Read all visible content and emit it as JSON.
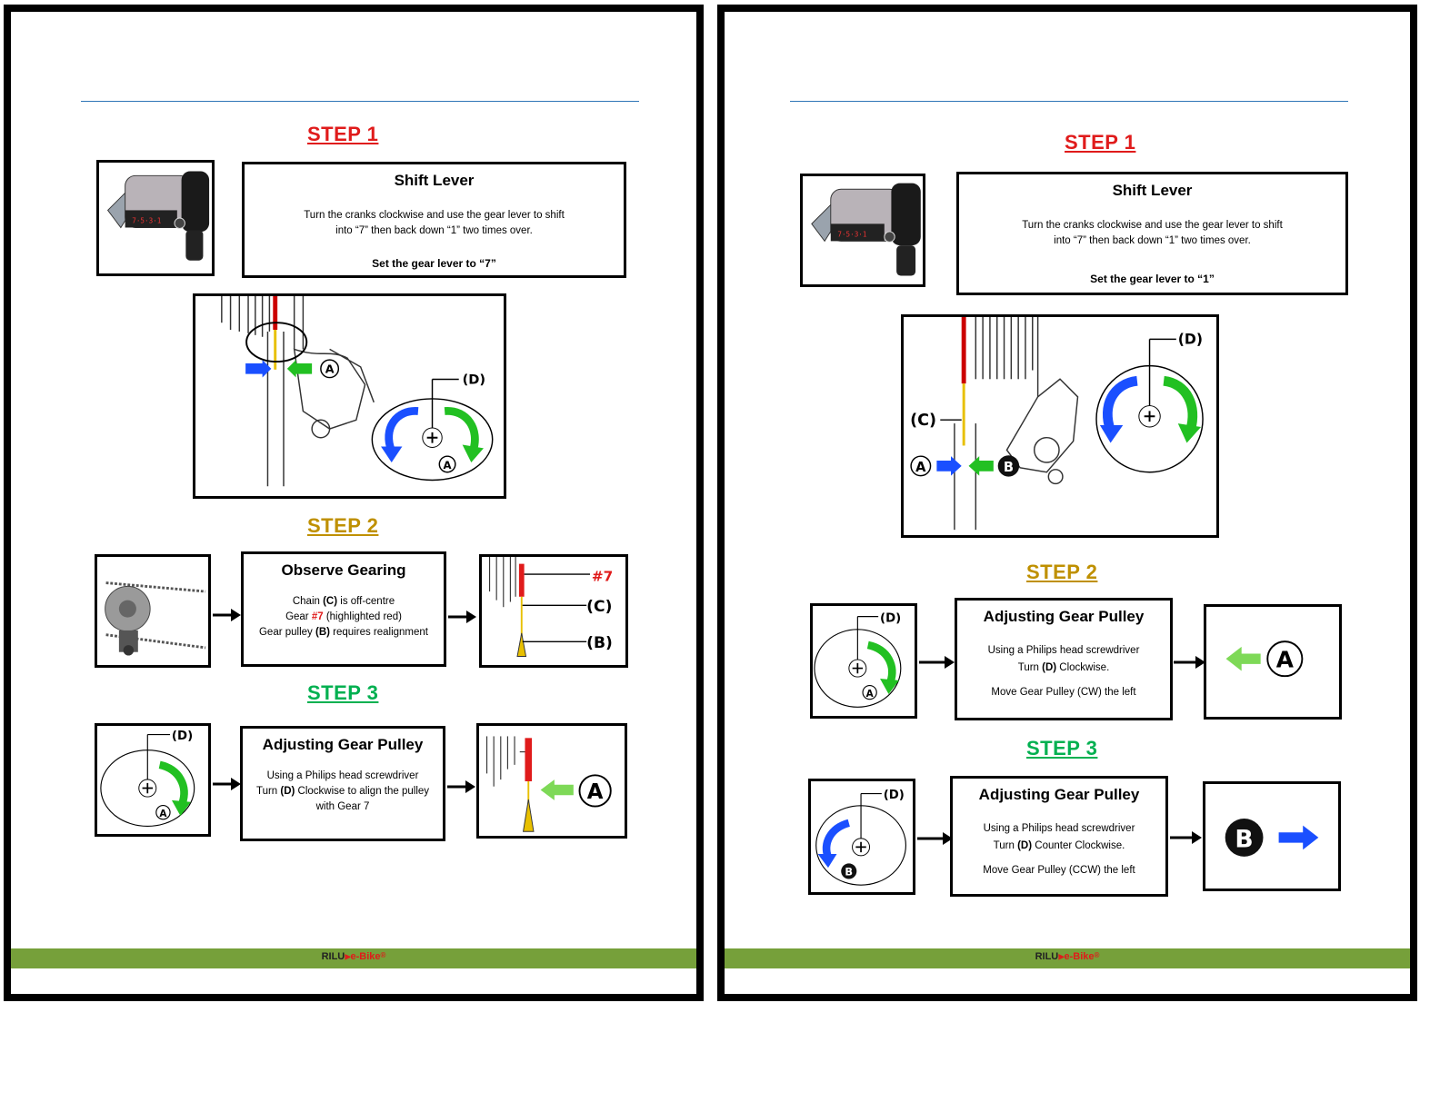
{
  "colors": {
    "step1": "#e01b1b",
    "step2": "#bf9000",
    "step3": "#00b050",
    "footer": "#76a03a",
    "rule": "#2e75b6"
  },
  "logo": {
    "brand": "RILU",
    "product": "e-Bike",
    "mark": "®"
  },
  "left": {
    "step1": {
      "heading": "STEP 1",
      "title": "Shift Lever",
      "line1": "Turn the cranks clockwise and use the gear lever to shift",
      "line2": "into “7” then back down “1” two times over.",
      "note": "Set the gear lever to “7”"
    },
    "diagram1": {
      "label_d": "(D)",
      "label_a": "A",
      "label_a2": "A"
    },
    "step2": {
      "heading": "STEP 2",
      "title": "Observe Gearing",
      "line1_a": "Chain ",
      "line1_b": "(C)",
      "line1_c": " is off-centre",
      "line2_a": "Gear ",
      "line2_b": "#7",
      "line2_c": " (highlighted red)",
      "line3_a": "Gear pulley ",
      "line3_b": "(B)",
      "line3_c": " requires realignment",
      "label_7": "#7",
      "label_c": "(C)",
      "label_b": "(B)"
    },
    "step3": {
      "heading": "STEP 3",
      "title": "Adjusting Gear Pulley",
      "line1": "Using a Philips head screwdriver",
      "line2_a": "Turn ",
      "line2_b": "(D)",
      "line2_c": " Clockwise to align the pulley",
      "line3": "with Gear 7",
      "label_d": "(D)",
      "label_a": "A",
      "label_a2": "A"
    }
  },
  "right": {
    "step1": {
      "heading": "STEP 1",
      "title": "Shift Lever",
      "line1": "Turn the cranks clockwise and use the gear lever to shift",
      "line2": "into “7” then back down “1” two times over.",
      "note": "Set the gear lever to “1”"
    },
    "diagram1": {
      "label_d": "(D)",
      "label_c": "(C)",
      "label_a": "A",
      "label_b": "B"
    },
    "step2": {
      "heading": "STEP 2",
      "title": "Adjusting Gear Pulley",
      "line1": "Using a Philips head screwdriver",
      "line2_a": "Turn ",
      "line2_b": "(D)",
      "line2_c": " Clockwise.",
      "line3": "Move Gear Pulley (CW) the left",
      "label_d": "(D)",
      "label_a": "A",
      "label_a2": "A"
    },
    "step3": {
      "heading": "STEP 3",
      "title": "Adjusting Gear Pulley",
      "line1": "Using a Philips head screwdriver",
      "line2_a": "Turn ",
      "line2_b": "(D)",
      "line2_c": " Counter Clockwise.",
      "line3": "Move Gear Pulley (CCW) the left",
      "label_d": "(D)",
      "label_b": "B",
      "label_b2": "B"
    }
  }
}
